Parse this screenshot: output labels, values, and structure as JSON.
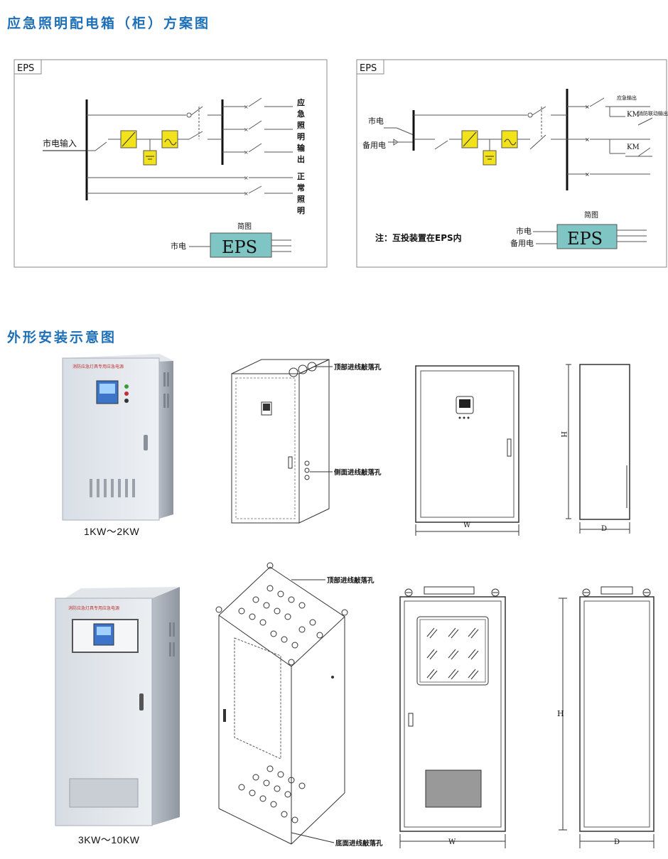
{
  "sections": {
    "scheme_title": "应急照明配电箱（柜）方案图",
    "install_title": "外形安装示意图"
  },
  "diagram_left": {
    "tag": "EPS",
    "input_label": "市电输入",
    "emergency_output_label": [
      "应",
      "急",
      "照",
      "明",
      "输",
      "出"
    ],
    "normal_lighting_label": [
      "正",
      "常",
      "照",
      "明"
    ],
    "simplified_label": "简图",
    "mains_label": "市电",
    "box_label": "EPS"
  },
  "diagram_right": {
    "tag": "EPS",
    "mains_label": "市电",
    "backup_label": "备用电",
    "emergency_output_small": "应急输出",
    "fire_link_output": "消防联动输出",
    "km1": "KM",
    "km2": "KM",
    "note": "注：互投装置在EPS内",
    "simplified_label": "简图",
    "mains_label2": "市电",
    "backup_label2": "备用电",
    "box_label": "EPS"
  },
  "cabinets": {
    "small": {
      "caption": "1KW～2KW",
      "front_panel_text": "消防应急灯具专用应急电源",
      "top_knockout_label": "顶部进线敲落孔",
      "side_knockout_label": "侧面进线敲落孔",
      "width_label": "W",
      "height_label": "H",
      "depth_label": "D"
    },
    "large": {
      "caption": "3KW～10KW",
      "front_panel_text": "消防应急灯具专用应急电源",
      "top_knockout_label": "顶部进线敲落孔",
      "bottom_knockout_label": "底面进线敲落孔",
      "width_label": "W",
      "height_label": "H",
      "depth_label": "D"
    }
  },
  "colors": {
    "title_blue": "#1d6fb8",
    "converter_yellow": "#f2e21a",
    "eps_box_teal": "#7fc5c4"
  }
}
